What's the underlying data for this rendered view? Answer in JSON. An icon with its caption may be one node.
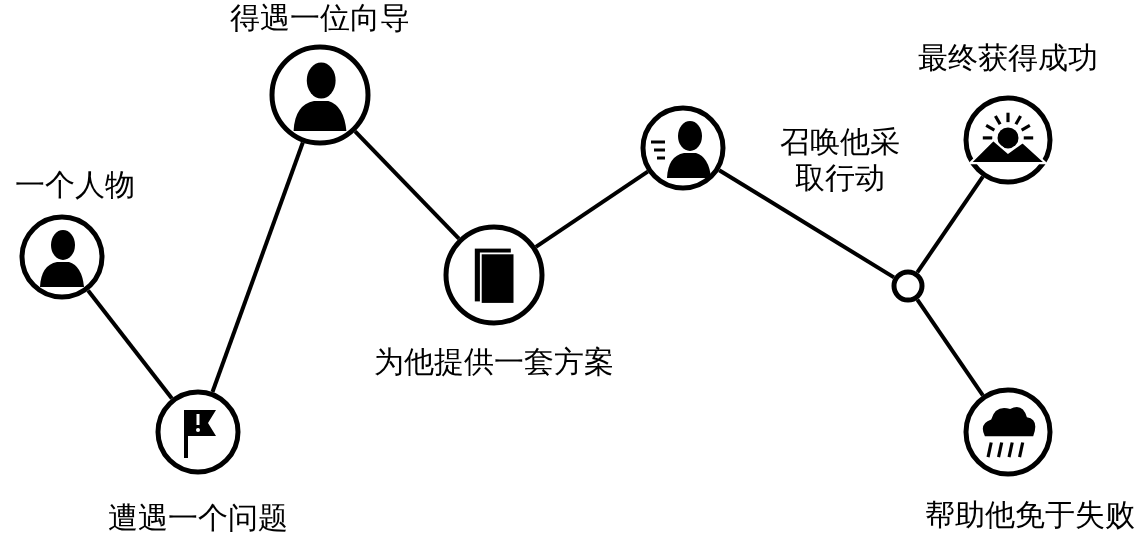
{
  "diagram": {
    "nodes": [
      {
        "text": [
          "一个人物"
        ]
      },
      {
        "text": [
          "遭遇一个问题"
        ]
      },
      {
        "text": [
          "得遇一位向导"
        ]
      },
      {
        "text": [
          "为他提供一套方案"
        ]
      },
      {
        "text": [
          "召唤他采取行动"
        ]
      },
      {
        "text": [],
        "shape": "circle"
      },
      {
        "text": [
          "最终获得成功"
        ]
      },
      {
        "text": [
          "帮助他免于失败"
        ]
      }
    ],
    "edges": [
      {
        "from": 0,
        "to": 1,
        "arrow": "none"
      },
      {
        "from": 1,
        "to": 2,
        "arrow": "none"
      },
      {
        "from": 2,
        "to": 3,
        "arrow": "none"
      },
      {
        "from": 3,
        "to": 4,
        "arrow": "none"
      },
      {
        "from": 4,
        "to": 5,
        "arrow": "none"
      },
      {
        "from": 5,
        "to": 6,
        "arrow": "none"
      },
      {
        "from": 5,
        "to": 7,
        "arrow": "none"
      }
    ]
  }
}
